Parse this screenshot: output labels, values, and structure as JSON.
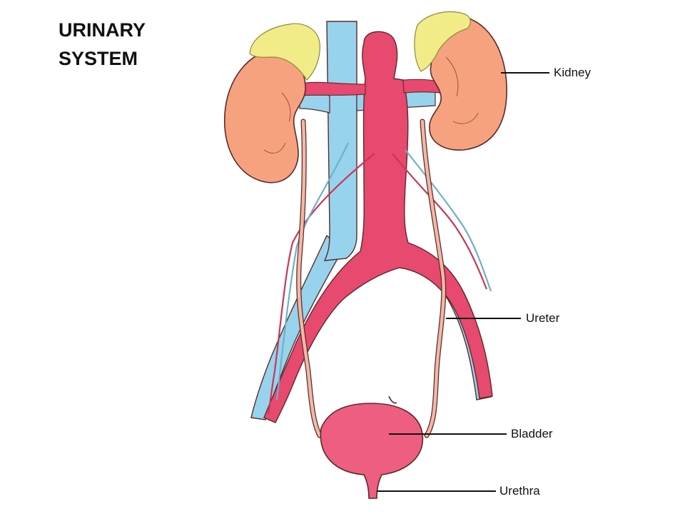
{
  "title": {
    "line1": "URINARY",
    "line2": "SYSTEM"
  },
  "labels": {
    "kidney": "Kidney",
    "ureter": "Ureter",
    "bladder": "Bladder",
    "urethra": "Urethra"
  },
  "colors": {
    "kidney": "#F7A27E",
    "adrenal": "#F2EC88",
    "vein": "#97D3EC",
    "artery": "#E8496E",
    "ureter": "#F3B8A6",
    "bladder": "#EE5E80",
    "outline": "#5A2A2A"
  }
}
